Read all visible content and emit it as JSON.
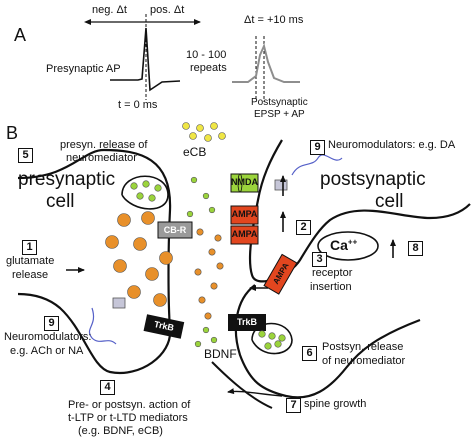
{
  "panel_a": {
    "label": "A",
    "neg_dt": "neg. Δt",
    "pos_dt": "pos. Δt",
    "presynaptic_ap": "Presynaptic AP",
    "t_zero": "t = 0 ms",
    "repeats_line1": "10 - 100",
    "repeats_line2": "repeats",
    "dt_value": "Δt = +10 ms",
    "post_line1": "Postsynaptic",
    "post_line2": "EPSP + AP"
  },
  "panel_b": {
    "label": "B",
    "presynaptic_line1": "presynaptic",
    "presynaptic_line2": "cell",
    "postsynaptic_line1": "postsynaptic",
    "postsynaptic_line2": "cell",
    "ecb": "eCB",
    "bdnf": "BDNF",
    "ca": "Ca",
    "ca_sup": "++",
    "channels": {
      "nmda": "NMDA",
      "ampa1": "AMPA",
      "ampa2": "AMPA",
      "ampa_inserting": "AMPA",
      "cb_r": "CB-R",
      "trkb_pre": "TrkB",
      "trkb_post": "TrkB"
    },
    "items": {
      "n1": "1",
      "n1_text_1": "glutamate",
      "n1_text_2": "release",
      "n2": "2",
      "n3": "3",
      "n3_text_1": "receptor",
      "n3_text_2": "insertion",
      "n4": "4",
      "n4_text_1": "Pre- or postsyn. action of",
      "n4_text_2": "t-LTP or t-LTD mediators",
      "n4_text_3": "(e.g. BDNF, eCB)",
      "n5": "5",
      "n5_text_1": "presyn. release of",
      "n5_text_2": "neuromediator",
      "n6": "6",
      "n6_text_1": "Postsyn. release",
      "n6_text_2": "of neuromediator",
      "n7": "7",
      "n7_text": "spine growth",
      "n8": "8",
      "n9a": "9",
      "n9a_text": "Neuromodulators: e.g. DA",
      "n9b": "9",
      "n9b_text_1": "Neuromodulators:",
      "n9b_text_2": "e.g. ACh or NA"
    }
  },
  "colors": {
    "orange": "#e8902a",
    "green": "#9bd43c",
    "yellow": "#efe645",
    "red": "#e2461f",
    "gray": "#9a9a9a",
    "black": "#111111"
  }
}
